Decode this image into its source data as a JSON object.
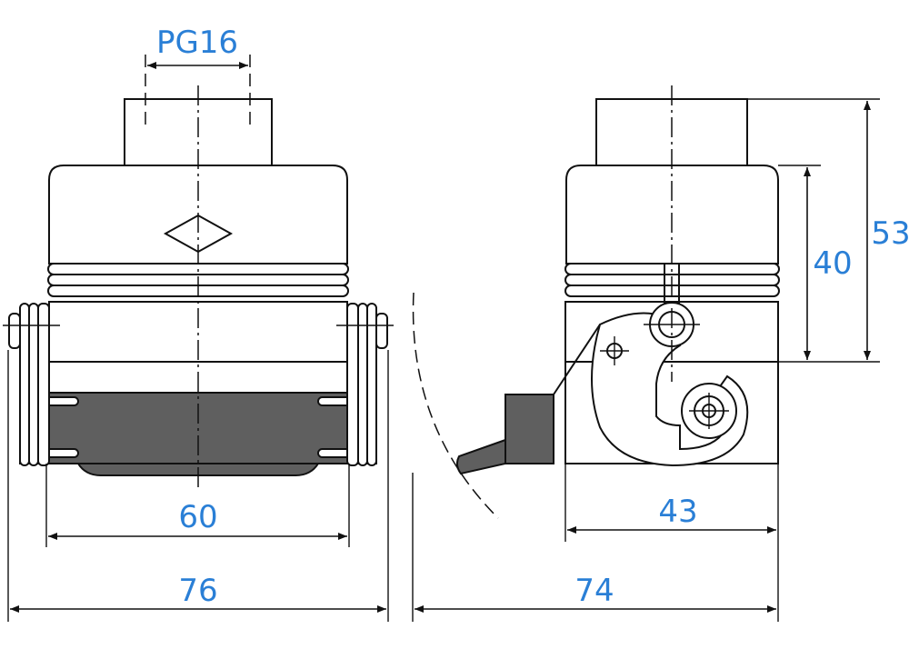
{
  "dimensions": {
    "thread": "PG16",
    "inner_width": "60",
    "outer_width": "76",
    "depth": "43",
    "total_depth": "74",
    "body_height": "40",
    "total_height": "53"
  },
  "colors": {
    "dimension_text": "#2a7fd6",
    "line": "#111111",
    "dark_fill": "#5f5f5f"
  }
}
